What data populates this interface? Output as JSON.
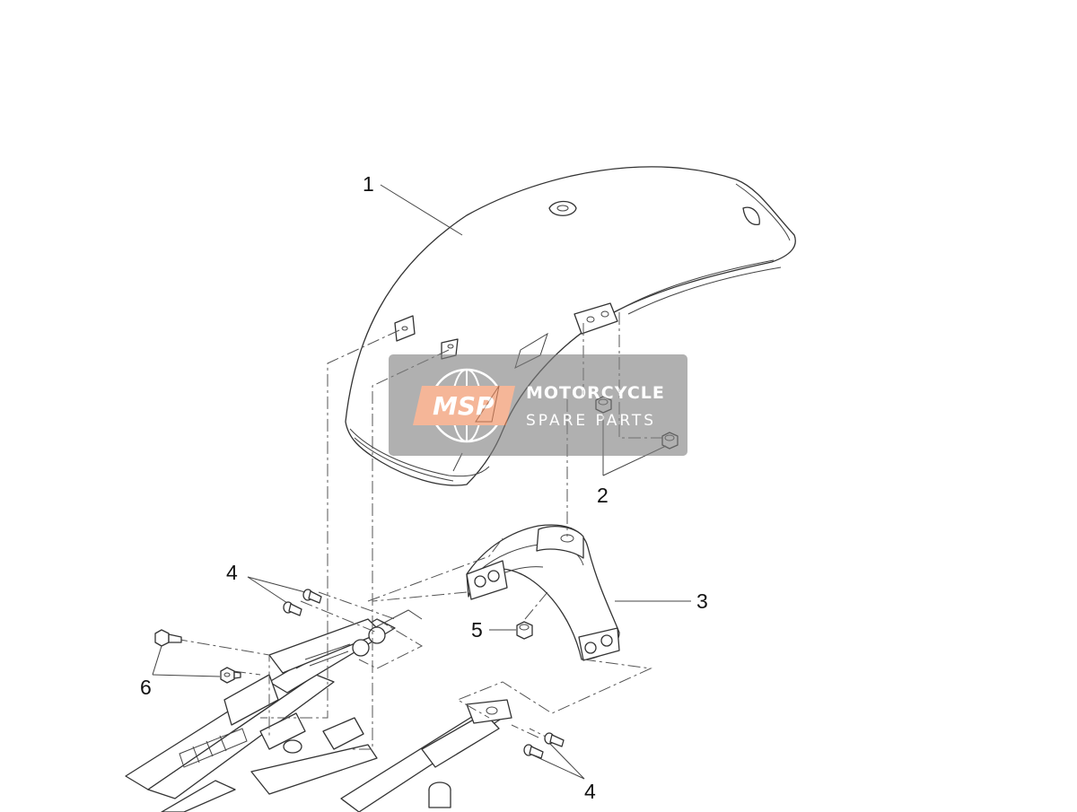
{
  "callouts": [
    {
      "id": "1",
      "label": "1"
    },
    {
      "id": "2",
      "label": "2"
    },
    {
      "id": "3",
      "label": "3"
    },
    {
      "id": "4a",
      "label": "4"
    },
    {
      "id": "4b",
      "label": "4"
    },
    {
      "id": "5",
      "label": "5"
    },
    {
      "id": "6",
      "label": "6"
    }
  ],
  "watermark": {
    "logo": "MSP",
    "line1": "MOTORCYCLE",
    "line2": "SPARE PARTS",
    "box_color": "#808080",
    "logo_color": "#f08a5a"
  },
  "colors": {
    "line": "#333333",
    "background": "#ffffff"
  }
}
